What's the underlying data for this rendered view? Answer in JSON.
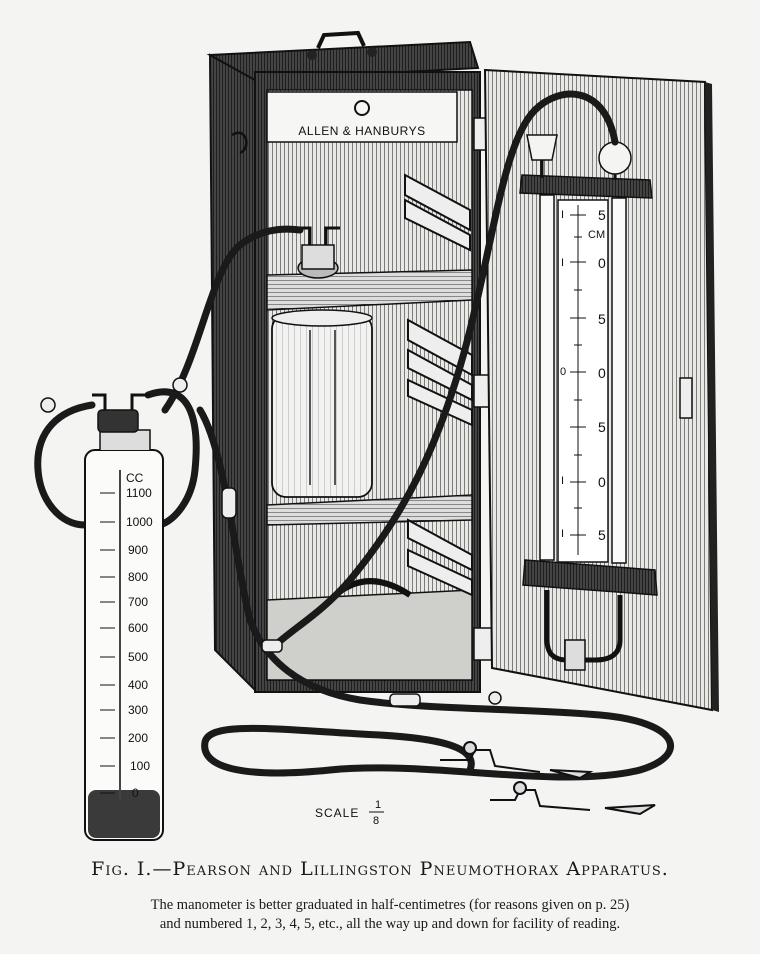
{
  "box": {
    "brand_label": "ALLEN & HANBURYS"
  },
  "manometer": {
    "unit_label": "CM",
    "scale_labels": [
      "5",
      "0",
      "5",
      "0",
      "5",
      "0",
      "5"
    ],
    "side_marks": [
      "I",
      "I",
      "0",
      "I",
      "I"
    ]
  },
  "cylinder": {
    "unit_label": "CC",
    "scale_labels": [
      "1100",
      "1000",
      "900",
      "800",
      "700",
      "600",
      "500",
      "400",
      "300",
      "200",
      "100",
      "0"
    ]
  },
  "scale_note": {
    "label": "SCALE",
    "numerator": "1",
    "denominator": "8"
  },
  "caption": {
    "title": "Fig. I.—Pearson and Lillingston Pneumothorax Apparatus.",
    "line1": "The manometer is better graduated in half-centimetres (for reasons given on p. 25)",
    "line2": "and numbered 1, 2, 3, 4, 5, etc., all the way up and down for facility of reading."
  }
}
